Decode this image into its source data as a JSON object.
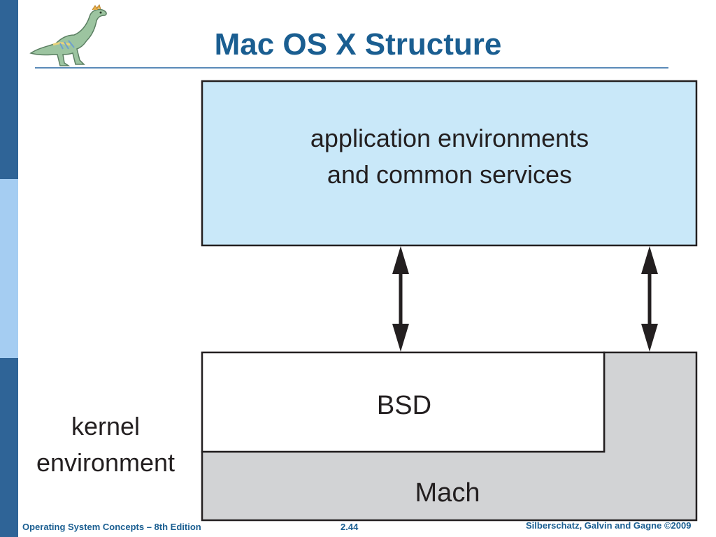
{
  "slide": {
    "title": "Mac OS X Structure"
  },
  "diagram": {
    "application_layer": {
      "line1": "application environments",
      "line2": "and common services"
    },
    "bsd_label": "BSD",
    "mach_label": "Mach",
    "kernel_label": {
      "line1": "kernel",
      "line2": "environment"
    }
  },
  "footer": {
    "left": "Operating System Concepts – 8th Edition",
    "center": "2.44",
    "right": "Silberschatz, Galvin and Gagne ©2009"
  },
  "colors": {
    "title": "#1a5e91",
    "side_dark": "#2f6497",
    "side_light": "#a5cdf2",
    "app_fill": "#c9e8f9",
    "kernel_fill": "#d2d3d5",
    "bsd_fill": "#ffffff",
    "stroke": "#231f20"
  },
  "icons": {
    "logo": "dinosaur-logo-icon"
  }
}
